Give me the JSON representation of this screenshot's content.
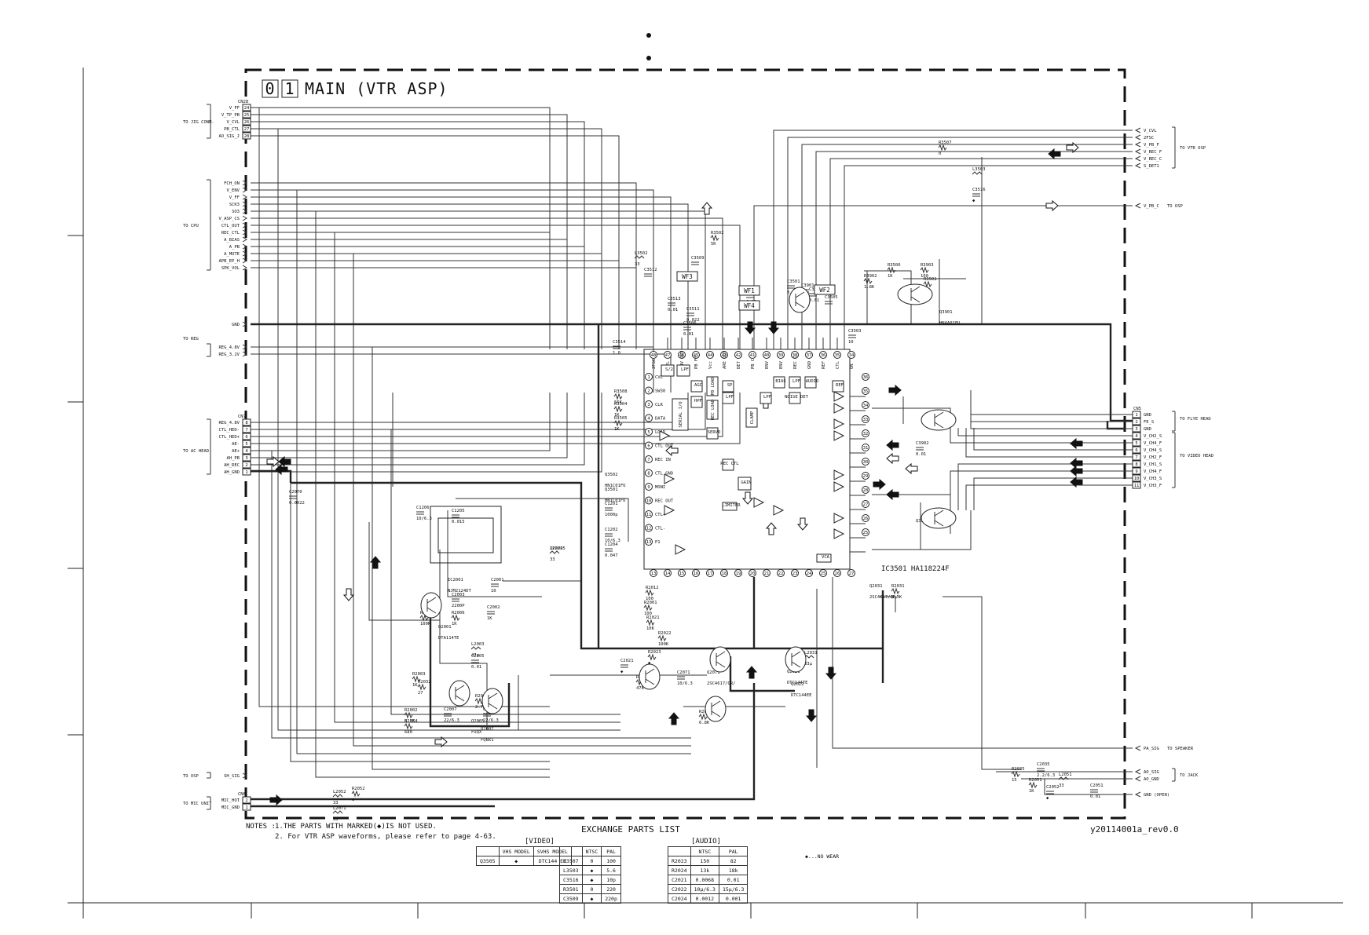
{
  "page": {
    "title_boxes": [
      "0",
      "1"
    ],
    "title": "MAIN (VTR  ASP)",
    "doc_id": "y20114001a_rev0.0",
    "ic_label": "IC3501   HA118224F",
    "dots": 2
  },
  "notes": {
    "heading": "NOTES :",
    "lines": [
      "1.THE  PARTS  WITH  MARKED(◆)IS  NOT  USED.",
      "2. For  VTR  ASP  waveforms, please  refer  to  page 4-63."
    ]
  },
  "left_groups": [
    {
      "label": "TO JIG CONN.",
      "connector": "CN28",
      "pins": [
        {
          "name": "V_FF",
          "num": "24"
        },
        {
          "name": "V_TP_PB",
          "num": "25"
        },
        {
          "name": "V_CVL",
          "num": "26"
        },
        {
          "name": "PB_CTL",
          "num": "27"
        },
        {
          "name": "AO_SIG_J",
          "num": "28"
        }
      ]
    },
    {
      "label": "TO CPU",
      "connector": "",
      "pins": [
        {
          "name": "FCH_ON",
          "num": ""
        },
        {
          "name": "V_ENV",
          "num": ""
        },
        {
          "name": "V_FF",
          "num": ""
        },
        {
          "name": "SCK3",
          "num": ""
        },
        {
          "name": "SO3",
          "num": ""
        },
        {
          "name": "V_ASP_CS",
          "num": ""
        },
        {
          "name": "CTL_OUT",
          "num": ""
        },
        {
          "name": "REC_CTL",
          "num": ""
        },
        {
          "name": "A_BIAS",
          "num": ""
        },
        {
          "name": "A_PB",
          "num": ""
        },
        {
          "name": "A_MUTE",
          "num": ""
        },
        {
          "name": "APB_EP_H",
          "num": ""
        },
        {
          "name": "SPK_VOL",
          "num": ""
        }
      ]
    },
    {
      "label": "",
      "connector": "",
      "pins": [
        {
          "name": "GND",
          "num": ""
        }
      ]
    },
    {
      "label": "TO REG",
      "connector": "",
      "pins": [
        {
          "name": "REG_4.8V",
          "num": ""
        },
        {
          "name": "REG_3.2V",
          "num": ""
        }
      ]
    },
    {
      "label": "TO AC HEAD",
      "connector": "CN7",
      "pins": [
        {
          "name": "REG_4.8V",
          "num": "8"
        },
        {
          "name": "CTL_HED-",
          "num": "7"
        },
        {
          "name": "CTL_HED+",
          "num": "6"
        },
        {
          "name": "AE-",
          "num": "5"
        },
        {
          "name": "AE+",
          "num": "4"
        },
        {
          "name": "AH_PB",
          "num": "3"
        },
        {
          "name": "AH_REC",
          "num": "2"
        },
        {
          "name": "AH_GND",
          "num": "1"
        }
      ]
    },
    {
      "label": "TO OSP",
      "connector": "",
      "pins": [
        {
          "name": "SH_SIG",
          "num": ""
        }
      ]
    },
    {
      "label": "TO MIC UNIT",
      "connector": "CN6",
      "pins": [
        {
          "name": "MIC_HOT",
          "num": "2"
        },
        {
          "name": "MIC_GND",
          "num": "1"
        }
      ]
    }
  ],
  "right_groups": [
    {
      "label": "TO VTR OSP",
      "connector": "",
      "pins": [
        {
          "name": "V_CVL",
          "num": ""
        },
        {
          "name": "2FSC",
          "num": ""
        },
        {
          "name": "V_PB_F",
          "num": ""
        },
        {
          "name": "V_REC_F",
          "num": ""
        },
        {
          "name": "V_REC_C",
          "num": ""
        },
        {
          "name": "S_DET1",
          "num": ""
        }
      ]
    },
    {
      "label": "TO OSP",
      "connector": "",
      "pins": [
        {
          "name": "V_PB_C",
          "num": ""
        }
      ]
    },
    {
      "label": "TO FLYE HEAD",
      "connector": "CN5",
      "pins": [
        {
          "name": "GND",
          "num": "1"
        },
        {
          "name": "FE_S",
          "num": "2"
        },
        {
          "name": "GND",
          "num": "3"
        }
      ]
    },
    {
      "label": "TO VIDEO HEAD",
      "connector": "",
      "pins": [
        {
          "name": "V_CH2_S",
          "num": "4"
        },
        {
          "name": "V_CH4_F",
          "num": "5"
        },
        {
          "name": "V_CH4_S",
          "num": "6"
        },
        {
          "name": "V_CH2_F",
          "num": "7"
        },
        {
          "name": "V_CH1_S",
          "num": "8"
        },
        {
          "name": "V_CH4_F",
          "num": "9"
        },
        {
          "name": "V_CH3_S",
          "num": "10"
        },
        {
          "name": "V_CH3_F",
          "num": "11"
        }
      ]
    },
    {
      "label": "TO SPEAKER",
      "connector": "",
      "pins": [
        {
          "name": "PA_SIG",
          "num": ""
        }
      ]
    },
    {
      "label": "TO JACK",
      "connector": "",
      "pins": [
        {
          "name": "AO_SIG",
          "num": ""
        },
        {
          "name": "AO_GND",
          "num": ""
        }
      ]
    },
    {
      "label": "",
      "connector": "",
      "pins": [
        {
          "name": "GND  (OPEN)",
          "num": ""
        }
      ]
    }
  ],
  "waveforms": [
    "WF3",
    "WF1",
    "WF4",
    "WF2"
  ],
  "ic_top_pins": [
    "2FSC",
    "CVL",
    "ENV OUT",
    "PB FM",
    "Vcc",
    "ARE OUT",
    "DET",
    "PB C",
    "ENV",
    "ENV",
    "REC C",
    "GND",
    "REF",
    "CTL",
    "ON"
  ],
  "ic_left_pins": [
    "CVL",
    "SW30",
    "CLK",
    "DATA",
    "LOAD",
    "CTL OUT",
    "REC IN",
    "CTL GND",
    "MONI",
    "REC OUT",
    "CTL+",
    "CTL-",
    "P1"
  ],
  "ic_blocks": [
    "S/2",
    "LPF",
    "AGC",
    "HPF",
    "SERIAL I/O",
    "PB LOAD",
    "REC LOAD",
    "SP",
    "LPF",
    "CLAMP",
    "LPF",
    "SERVO",
    "REC CTL",
    "VCA",
    "BIAS",
    "LPF",
    "NOISE DET",
    "AUDIO",
    "REF",
    "LIMITER",
    "GAIN"
  ],
  "components": [
    {
      "ref": "R3507",
      "val": "0"
    },
    {
      "ref": "L3503",
      "val": ""
    },
    {
      "ref": "C3516",
      "val": "◆"
    },
    {
      "ref": "L3502",
      "val": "33"
    },
    {
      "ref": "C3512",
      "val": ""
    },
    {
      "ref": "C3513",
      "val": "0.01"
    },
    {
      "ref": "C3509",
      "val": ""
    },
    {
      "ref": "C3511",
      "val": "0.022"
    },
    {
      "ref": "R3502",
      "val": "5K"
    },
    {
      "ref": "C3510",
      "val": "0.01"
    },
    {
      "ref": "C3501",
      "val": "0.01"
    },
    {
      "ref": "C3502",
      "val": "0.01"
    },
    {
      "ref": "C3505",
      "val": ""
    },
    {
      "ref": "C3503",
      "val": "10"
    },
    {
      "ref": "C3506",
      "val": "0.01"
    },
    {
      "ref": "C3514",
      "val": "1.0"
    },
    {
      "ref": "R3508",
      "val": "56K"
    },
    {
      "ref": "R3504",
      "val": "1K"
    },
    {
      "ref": "R3505",
      "val": "1K"
    },
    {
      "ref": "R3506",
      "val": "1K"
    },
    {
      "ref": "R3903",
      "val": "100"
    },
    {
      "ref": "R3901",
      "val": "10"
    },
    {
      "ref": "Q3901",
      "val": "HN4A01FU"
    },
    {
      "ref": "R3902",
      "val": "1.8K"
    },
    {
      "ref": "C3901",
      "val": "◆"
    },
    {
      "ref": "C3902",
      "val": "0.01"
    },
    {
      "ref": "Q3505",
      "val": ""
    },
    {
      "ref": "Q3502",
      "val": "HN1C01FU"
    },
    {
      "ref": "Q3501",
      "val": "HN1C01FU"
    },
    {
      "ref": "C1201",
      "val": "1000p"
    },
    {
      "ref": "C1202",
      "val": "10/6.3"
    },
    {
      "ref": "C1204",
      "val": "0.047"
    },
    {
      "ref": "C1205",
      "val": "0.015"
    },
    {
      "ref": "C1206",
      "val": "10/6.3"
    },
    {
      "ref": "IC2001",
      "val": "NJM2124DT"
    },
    {
      "ref": "C2001",
      "val": "10"
    },
    {
      "ref": "C2003",
      "val": "2200P"
    },
    {
      "ref": "C2002",
      "val": "1K"
    },
    {
      "ref": "R2004",
      "val": "100K"
    },
    {
      "ref": "R2006",
      "val": "1K"
    },
    {
      "ref": "Q2001",
      "val": "DTA114TE"
    },
    {
      "ref": "L2003",
      "val": "47µ"
    },
    {
      "ref": "C2005",
      "val": "0.01"
    },
    {
      "ref": "R2003",
      "val": "1K"
    },
    {
      "ref": "R2032",
      "val": "27"
    },
    {
      "ref": "C2007",
      "val": "22/6.3"
    },
    {
      "ref": "R2002",
      "val": "3.3K"
    },
    {
      "ref": "R2054",
      "val": "680"
    },
    {
      "ref": "Q2005",
      "val": "FUQX"
    },
    {
      "ref": "R2005",
      "val": "2.7K"
    },
    {
      "ref": "C2004",
      "val": "22/6.3"
    },
    {
      "ref": "Q2007",
      "val": "FQNX1"
    },
    {
      "ref": "R2012",
      "val": "100"
    },
    {
      "ref": "R2001",
      "val": "100"
    },
    {
      "ref": "R2021",
      "val": "10K"
    },
    {
      "ref": "R2022",
      "val": "100K"
    },
    {
      "ref": "C2021",
      "val": "◆"
    },
    {
      "ref": "R2023",
      "val": "◆"
    },
    {
      "ref": "R2071",
      "val": "47K"
    },
    {
      "ref": "C2071",
      "val": "10/6.3"
    },
    {
      "ref": "Q2071",
      "val": "2SC4617/QR/"
    },
    {
      "ref": "R2072",
      "val": "6.8K"
    },
    {
      "ref": "Q2021",
      "val": "DTC144TE"
    },
    {
      "ref": "Q2022",
      "val": "DTC144EE"
    },
    {
      "ref": "Q2031",
      "val": "2SC4617/QR/"
    },
    {
      "ref": "R2031",
      "val": "3.3K"
    },
    {
      "ref": "L2031",
      "val": "33µ"
    },
    {
      "ref": "R2035",
      "val": "15"
    },
    {
      "ref": "C2035",
      "val": "2.2/6.3"
    },
    {
      "ref": "R2051",
      "val": "1K"
    },
    {
      "ref": "L2051",
      "val": "33"
    },
    {
      "ref": "C2052",
      "val": "◆"
    },
    {
      "ref": "C2051",
      "val": "0.01"
    },
    {
      "ref": "L2052",
      "val": "33"
    },
    {
      "ref": "R2052",
      "val": "◆"
    },
    {
      "ref": "L2071",
      "val": "33"
    },
    {
      "ref": "C2070",
      "val": "0.0022"
    },
    {
      "ref": "L2072",
      "val": "33"
    },
    {
      "ref": "JP2005",
      "val": ""
    }
  ],
  "exchange": {
    "title": "EXCHANGE  PARTS  LIST",
    "legend": "◆...NO WEAR",
    "model_table": {
      "headers": [
        "",
        "VHS MODEL",
        "SVHS MODEL"
      ],
      "rows": [
        [
          "Q3505",
          "◆",
          "DTC144 EE"
        ]
      ]
    },
    "video": {
      "title": "[VIDEO]",
      "headers": [
        "",
        "NTSC",
        "PAL"
      ],
      "rows": [
        [
          "R3507",
          "0",
          "100"
        ],
        [
          "L3503",
          "◆",
          "5.6"
        ],
        [
          "C3516",
          "◆",
          "10p"
        ],
        [
          "R3501",
          "0",
          "220"
        ],
        [
          "C3509",
          "◆",
          "220p"
        ]
      ]
    },
    "audio": {
      "title": "[AUDIO]",
      "headers": [
        "",
        "NTSC",
        "PAL"
      ],
      "rows": [
        [
          "R2023",
          "150",
          "82"
        ],
        [
          "R2024",
          "13k",
          "18k"
        ],
        [
          "C2021",
          "0.0068",
          "0.01"
        ],
        [
          "C2022",
          "10µ/6.3",
          "15µ/6.3"
        ],
        [
          "C2024",
          "0.0012",
          "0.001"
        ]
      ]
    }
  }
}
